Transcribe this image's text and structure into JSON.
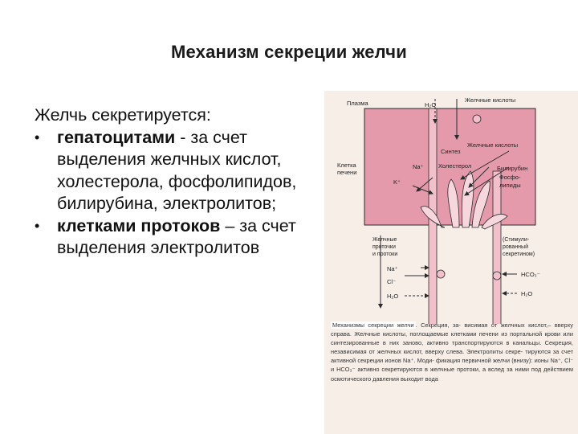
{
  "slide": {
    "title": "Механизм секреции  желчи"
  },
  "text": {
    "intro": "Желчь секретируется:",
    "bullet1_bold": "гепатоцитами",
    "bullet1_rest": " - за счет выделения желчных кислот, холестерола, фосфолипидов, билирубина, электролитов;",
    "bullet2_bold": "клетками протоков",
    "bullet2_rest": " – за счет выделения электролитов"
  },
  "figure": {
    "labels": {
      "plasma": "Плазма",
      "h2o_top": "H₂O",
      "bile_acids_top": "Желчные кислоты",
      "synthesis": "Синтез",
      "bile_acids_mid": "Желчные кислоты",
      "liver_cell_1": "Клетка",
      "liver_cell_2": "печени",
      "na": "Na⁺",
      "cholesterol": "Холестерол",
      "k": "K⁺",
      "bilirubin": "Билирубин",
      "phospho_1": "Фосфо-",
      "phospho_2": "липиды",
      "ducts_1": "Желчные",
      "ducts_2": "проточки",
      "ducts_3": "и протоки",
      "stim_1": "(Стимули-",
      "stim_2": "рованный",
      "stim_3": "секретином)",
      "na_bottom": "Na⁺",
      "cl_bottom": "Cl⁻",
      "h2o_bottom_left": "H₂O",
      "hco3": "HCO₃⁻",
      "h2o_bottom_right": "H₂O"
    },
    "caption_title": "Механизмы секреции желчи",
    "caption_body": ". Секреция, за- висимая от желчных кислот,– вверху справа. Желчные кислоты, поглощаемые клетками печени из портальной крови или синтезированные в них заново, активно транспортируются в канальцы. Секреция, независимая от желчных кислот, вверху слева. Электролиты секре- тируются за счет активной секреции ионов Na⁺. Моди- фикация первичной желчи (внизу): ионы Na⁺, Cl⁻ и HCO₃⁻ активно секретируются в желчные протоки, а вслед за ними под действием осмотического давления выходит вода",
    "colors": {
      "cell_fill": "#e59aab",
      "duct_fill": "#f1c0cb",
      "line": "#2b2b2b",
      "paper": "#f7eee7"
    }
  }
}
